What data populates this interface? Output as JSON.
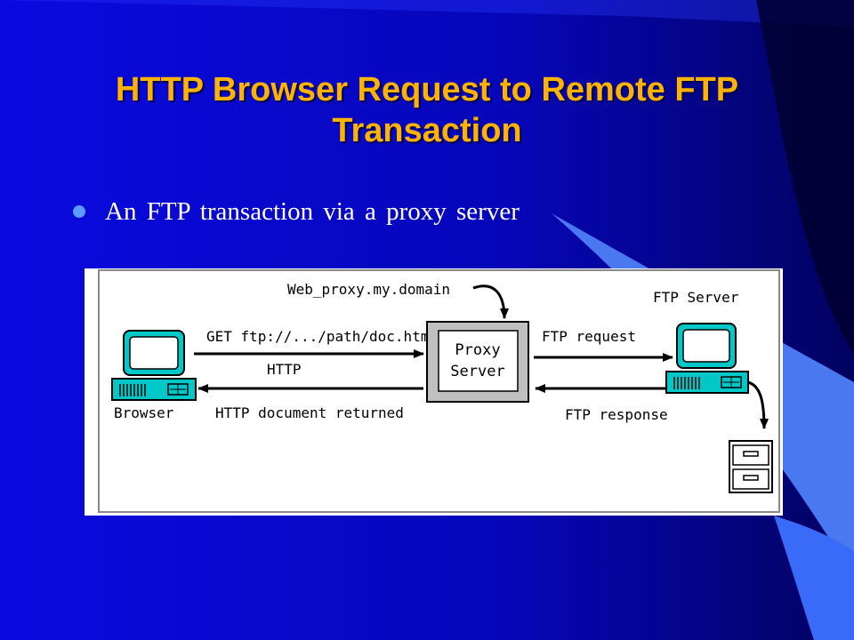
{
  "slide": {
    "title_line1": "HTTP Browser Request to Remote FTP",
    "title_line2": "Transaction",
    "bullet": "An FTP transaction via a proxy server"
  },
  "diagram": {
    "proxy_host": "Web_proxy.my.domain",
    "proxy_line1": "Proxy",
    "proxy_line2": "Server",
    "ftp_server": "FTP Server",
    "browser": "Browser",
    "get_request": "GET ftp://.../path/doc.htm",
    "http": "HTTP",
    "http_returned": "HTTP document returned",
    "ftp_request": "FTP request",
    "ftp_response": "FTP response"
  },
  "colors": {
    "background": "#0a0ad8",
    "title": "#ffb300",
    "bullet": "#5b9bff",
    "monitor": "#00c8c8",
    "proxy_box": "#c0c0c0"
  }
}
